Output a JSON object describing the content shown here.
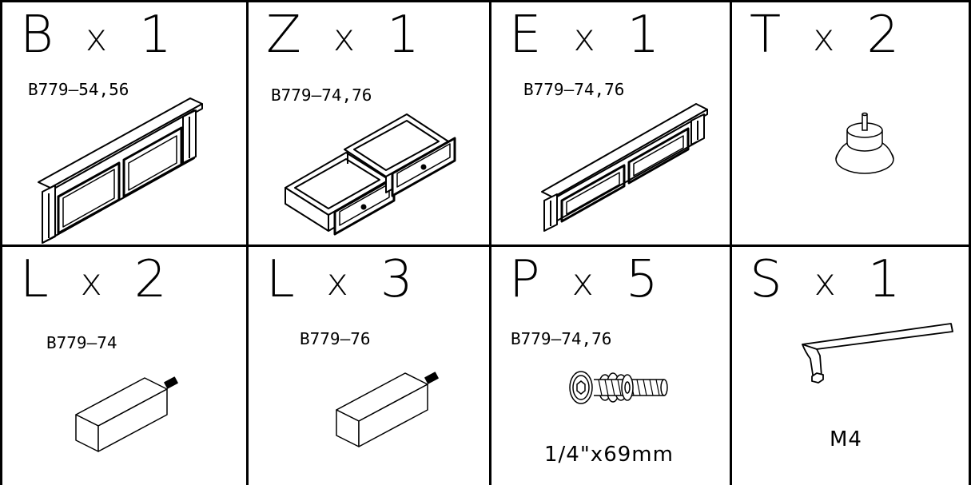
{
  "colors": {
    "line": "#000000",
    "background": "#ffffff",
    "shade": "#000000"
  },
  "parts": [
    {
      "letter": "B",
      "multiplier": "x",
      "qty": "1",
      "code": "B779–54,56",
      "size": "",
      "icon": "headboard-panel-icon"
    },
    {
      "letter": "Z",
      "multiplier": "x",
      "qty": "1",
      "code": "B779–74,76",
      "size": "",
      "icon": "drawer-pair-icon"
    },
    {
      "letter": "E",
      "multiplier": "x",
      "qty": "1",
      "code": "B779–74,76",
      "size": "",
      "icon": "footboard-panel-icon"
    },
    {
      "letter": "T",
      "multiplier": "x",
      "qty": "2",
      "code": "",
      "size": "",
      "icon": "glide-foot-icon"
    },
    {
      "letter": "L",
      "multiplier": "x",
      "qty": "2",
      "code": "B779–74",
      "size": "",
      "icon": "leg-block-icon"
    },
    {
      "letter": "L",
      "multiplier": "x",
      "qty": "3",
      "code": "B779–76",
      "size": "",
      "icon": "leg-block-icon"
    },
    {
      "letter": "P",
      "multiplier": "x",
      "qty": "5",
      "code": "B779–74,76",
      "size": "1/4\"x69mm",
      "icon": "bolt-washer-icon"
    },
    {
      "letter": "S",
      "multiplier": "x",
      "qty": "1",
      "code": "",
      "size": "M4",
      "icon": "allen-wrench-icon"
    }
  ]
}
